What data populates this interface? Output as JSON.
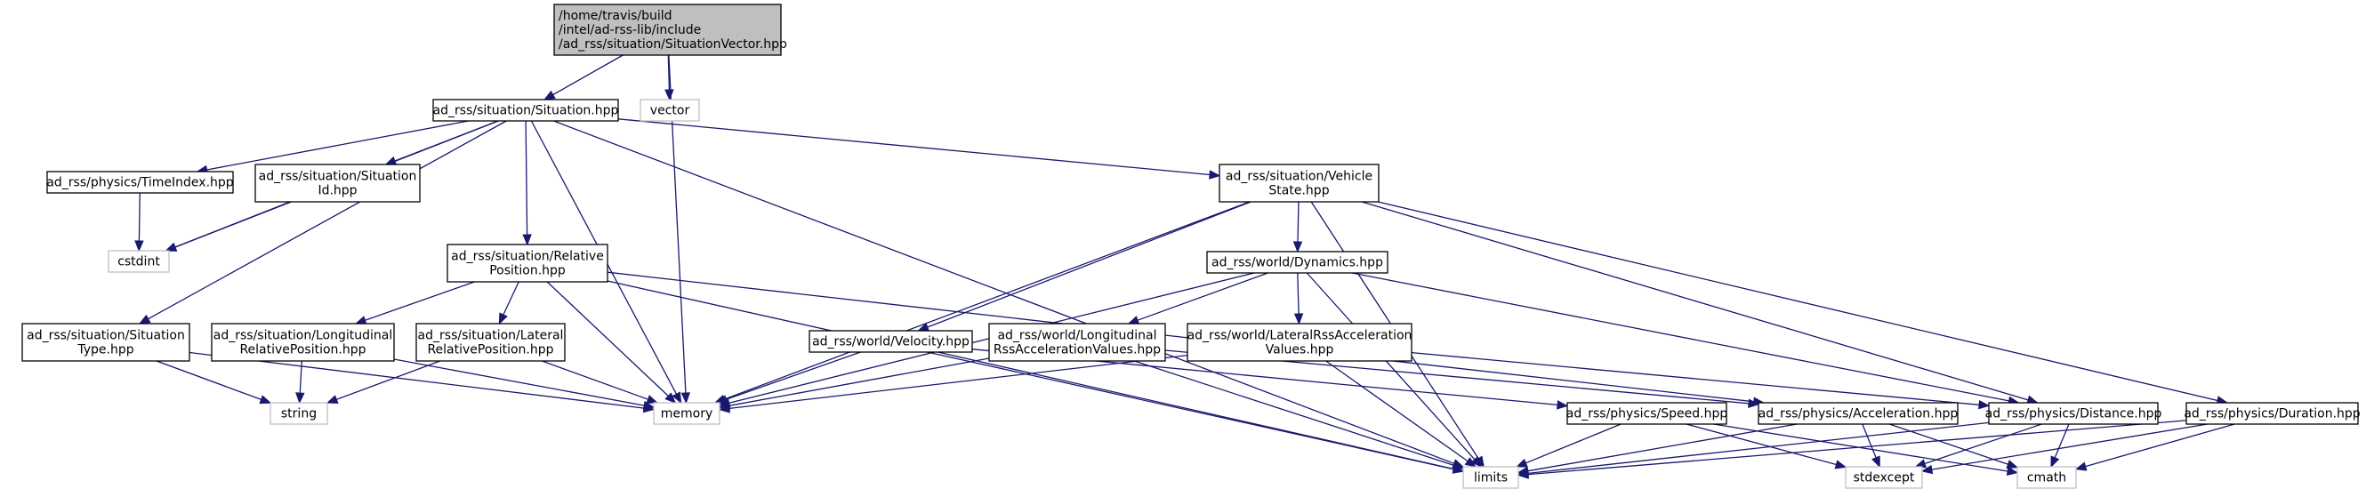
{
  "diagram": {
    "nodes": [
      {
        "id": "root",
        "kind": "root",
        "lines": [
          "/home/travis/build",
          "/intel/ad-rss-lib/include",
          "/ad_rss/situation/SituationVector.hpp"
        ]
      },
      {
        "id": "situation",
        "kind": "file",
        "lines": [
          "ad_rss/situation/Situation.hpp"
        ]
      },
      {
        "id": "vector",
        "kind": "system",
        "lines": [
          "vector"
        ]
      },
      {
        "id": "timeindex",
        "kind": "file",
        "lines": [
          "ad_rss/physics/TimeIndex.hpp"
        ]
      },
      {
        "id": "situationid",
        "kind": "file",
        "lines": [
          "ad_rss/situation/Situation",
          "Id.hpp"
        ]
      },
      {
        "id": "cstdint",
        "kind": "system",
        "lines": [
          "cstdint"
        ]
      },
      {
        "id": "vehiclestate",
        "kind": "file",
        "lines": [
          "ad_rss/situation/Vehicle",
          "State.hpp"
        ]
      },
      {
        "id": "relpos",
        "kind": "file",
        "lines": [
          "ad_rss/situation/Relative",
          "Position.hpp"
        ]
      },
      {
        "id": "dynamics",
        "kind": "file",
        "lines": [
          "ad_rss/world/Dynamics.hpp"
        ]
      },
      {
        "id": "sittype",
        "kind": "file",
        "lines": [
          "ad_rss/situation/Situation",
          "Type.hpp"
        ]
      },
      {
        "id": "longrel",
        "kind": "file",
        "lines": [
          "ad_rss/situation/Longitudinal",
          "RelativePosition.hpp"
        ]
      },
      {
        "id": "latrel",
        "kind": "file",
        "lines": [
          "ad_rss/situation/Lateral",
          "RelativePosition.hpp"
        ]
      },
      {
        "id": "velocity",
        "kind": "file",
        "lines": [
          "ad_rss/world/Velocity.hpp"
        ]
      },
      {
        "id": "longacc",
        "kind": "file",
        "lines": [
          "ad_rss/world/Longitudinal",
          "RssAccelerationValues.hpp"
        ]
      },
      {
        "id": "latacc",
        "kind": "file",
        "lines": [
          "ad_rss/world/LateralRssAcceleration",
          "Values.hpp"
        ]
      },
      {
        "id": "string",
        "kind": "system",
        "lines": [
          "string"
        ]
      },
      {
        "id": "memory",
        "kind": "system",
        "lines": [
          "memory"
        ]
      },
      {
        "id": "speed",
        "kind": "file",
        "lines": [
          "ad_rss/physics/Speed.hpp"
        ]
      },
      {
        "id": "acceleration",
        "kind": "file",
        "lines": [
          "ad_rss/physics/Acceleration.hpp"
        ]
      },
      {
        "id": "distance",
        "kind": "file",
        "lines": [
          "ad_rss/physics/Distance.hpp"
        ]
      },
      {
        "id": "duration",
        "kind": "file",
        "lines": [
          "ad_rss/physics/Duration.hpp"
        ]
      },
      {
        "id": "limits",
        "kind": "system",
        "lines": [
          "limits"
        ]
      },
      {
        "id": "stdexcept",
        "kind": "system",
        "lines": [
          "stdexcept"
        ]
      },
      {
        "id": "cmath",
        "kind": "system",
        "lines": [
          "cmath"
        ]
      }
    ],
    "edges": [
      [
        "root",
        "situation"
      ],
      [
        "root",
        "vector"
      ],
      [
        "root",
        "memory"
      ],
      [
        "situation",
        "cstdint"
      ],
      [
        "situation",
        "timeindex"
      ],
      [
        "situation",
        "situationid"
      ],
      [
        "situation",
        "relpos"
      ],
      [
        "situation",
        "sittype"
      ],
      [
        "situation",
        "memory"
      ],
      [
        "situation",
        "vehiclestate"
      ],
      [
        "situation",
        "limits"
      ],
      [
        "timeindex",
        "cstdint"
      ],
      [
        "situationid",
        "cstdint"
      ],
      [
        "vehiclestate",
        "memory"
      ],
      [
        "vehiclestate",
        "limits"
      ],
      [
        "vehiclestate",
        "dynamics"
      ],
      [
        "vehiclestate",
        "velocity"
      ],
      [
        "vehiclestate",
        "distance"
      ],
      [
        "vehiclestate",
        "duration"
      ],
      [
        "relpos",
        "longrel"
      ],
      [
        "relpos",
        "latrel"
      ],
      [
        "relpos",
        "memory"
      ],
      [
        "relpos",
        "limits"
      ],
      [
        "relpos",
        "acceleration"
      ],
      [
        "dynamics",
        "memory"
      ],
      [
        "dynamics",
        "longacc"
      ],
      [
        "dynamics",
        "latacc"
      ],
      [
        "dynamics",
        "limits"
      ],
      [
        "dynamics",
        "distance"
      ],
      [
        "sittype",
        "string"
      ],
      [
        "sittype",
        "memory"
      ],
      [
        "longrel",
        "string"
      ],
      [
        "longrel",
        "memory"
      ],
      [
        "latrel",
        "string"
      ],
      [
        "latrel",
        "memory"
      ],
      [
        "velocity",
        "memory"
      ],
      [
        "velocity",
        "speed"
      ],
      [
        "velocity",
        "limits"
      ],
      [
        "longacc",
        "memory"
      ],
      [
        "longacc",
        "acceleration"
      ],
      [
        "longacc",
        "limits"
      ],
      [
        "latacc",
        "memory"
      ],
      [
        "latacc",
        "distance"
      ],
      [
        "latacc",
        "limits"
      ],
      [
        "speed",
        "limits"
      ],
      [
        "speed",
        "stdexcept"
      ],
      [
        "speed",
        "cmath"
      ],
      [
        "acceleration",
        "limits"
      ],
      [
        "acceleration",
        "stdexcept"
      ],
      [
        "acceleration",
        "cmath"
      ],
      [
        "distance",
        "limits"
      ],
      [
        "distance",
        "stdexcept"
      ],
      [
        "distance",
        "cmath"
      ],
      [
        "duration",
        "limits"
      ],
      [
        "duration",
        "stdexcept"
      ],
      [
        "duration",
        "cmath"
      ]
    ]
  }
}
